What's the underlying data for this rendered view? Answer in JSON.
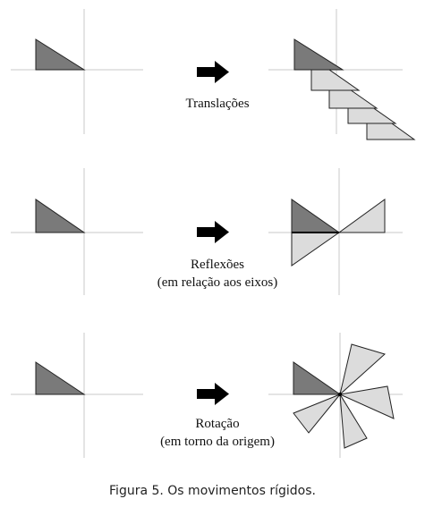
{
  "panels": [
    {
      "id": "translations",
      "label_lines": [
        "Translações"
      ]
    },
    {
      "id": "reflections",
      "label_lines": [
        "Reflexões",
        "(em relação aos eixos)"
      ]
    },
    {
      "id": "rotations",
      "label_lines": [
        "Rotação",
        "(em torno da origem)"
      ]
    }
  ],
  "caption": "Figura 5. Os movimentos rígidos.",
  "colors": {
    "original_triangle": "#7a7a7a",
    "transformed_triangle": "#dcdcdc",
    "outline": "#222222",
    "axis": "#c8c8c8",
    "arrow": "#000000"
  }
}
